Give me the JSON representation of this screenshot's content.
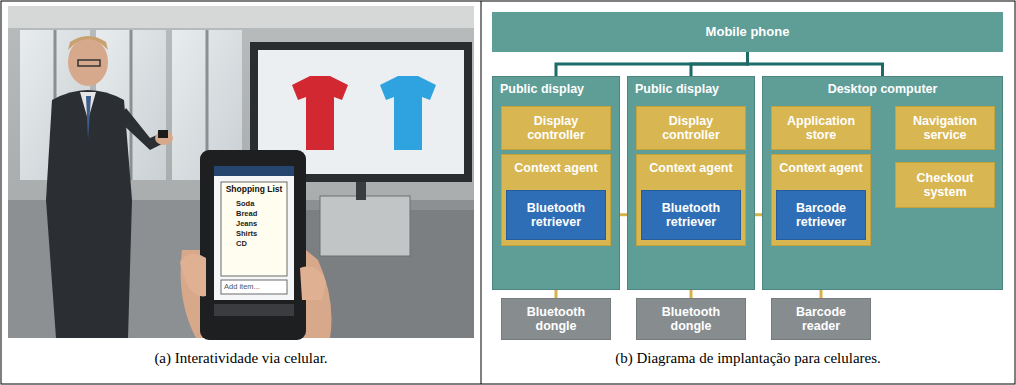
{
  "diagram": {
    "nodes": [
      {
        "text": [
          "Mobile phone"
        ]
      },
      {
        "text": [
          "Public display"
        ]
      },
      {
        "text": [
          "Display controller"
        ],
        "in": 1
      },
      {
        "text": [
          "Context agent"
        ],
        "in": 1
      },
      {
        "text": [
          "Bluetooth retriever"
        ],
        "in": 3
      },
      {
        "text": [
          "Public display"
        ]
      },
      {
        "text": [
          "Display controller"
        ],
        "in": 5
      },
      {
        "text": [
          "Context agent"
        ],
        "in": 5
      },
      {
        "text": [
          "Bluetooth retriever"
        ],
        "in": 7
      },
      {
        "text": [
          "Desktop computer"
        ]
      },
      {
        "text": [
          "Application store"
        ],
        "in": 9
      },
      {
        "text": [
          "Navigation service"
        ],
        "in": 9
      },
      {
        "text": [
          "Context agent"
        ],
        "in": 9
      },
      {
        "text": [
          "Barcode retriever"
        ],
        "in": 12
      },
      {
        "text": [
          "Checkout system"
        ],
        "in": 9
      },
      {
        "text": [
          "Bluetooth dongle"
        ]
      },
      {
        "text": [
          "Bluetooth dongle"
        ]
      },
      {
        "text": [
          "Barcode reader"
        ]
      }
    ],
    "edges": [
      {
        "from": 0,
        "to": 1,
        "arrow": "none"
      },
      {
        "from": 0,
        "to": 5,
        "arrow": "none"
      },
      {
        "from": 0,
        "to": 9,
        "arrow": "none"
      },
      {
        "from": 3,
        "to": 7,
        "arrow": "none"
      },
      {
        "from": 7,
        "to": 12,
        "arrow": "none"
      },
      {
        "from": 12,
        "to": 14,
        "arrow": "none"
      },
      {
        "from": 4,
        "to": 15,
        "arrow": "none"
      },
      {
        "from": 8,
        "to": 16,
        "arrow": "none"
      },
      {
        "from": 13,
        "to": 17,
        "arrow": "none"
      }
    ],
    "labels": [
      "Shopping List",
      "Soda",
      "Bread",
      "Jeans",
      "Shirts",
      "CD",
      "Add item...",
      "(a) Interatividade via celular.",
      "(b) Diagrama de implantação para celulares."
    ]
  }
}
